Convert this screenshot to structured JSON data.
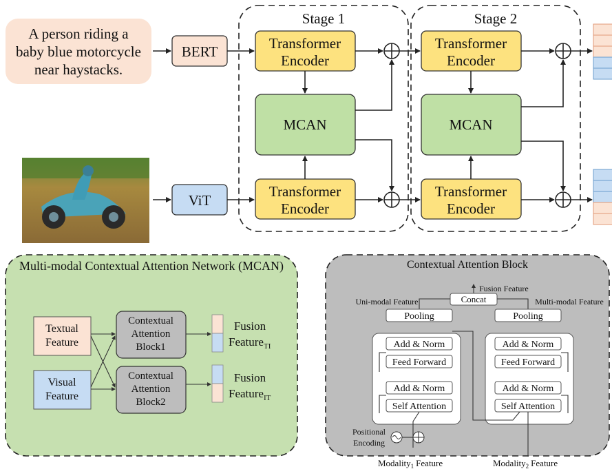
{
  "main": {
    "caption": "A person riding a baby blue motorcycle near haystacks.",
    "caption_lines": [
      "A person riding a",
      "baby blue motorcycle",
      "near haystacks."
    ],
    "bert": "BERT",
    "vit": "ViT",
    "stage1": "Stage 1",
    "stage2": "Stage 2",
    "enc_line1": "Transformer",
    "enc_line2": "Encoder",
    "mcan": "MCAN",
    "colors": {
      "encoder": "#fde27f",
      "mcan": "#bfe0a5",
      "text_feat": "#fbe3d4",
      "vis_feat": "#c6dcf3"
    },
    "image_icon": "motorcycle-photo"
  },
  "mcan_panel": {
    "title": "Multi-modal Contextual Attention Network (MCAN)",
    "textual_1": "Textual",
    "textual_2": "Feature",
    "visual_1": "Visual",
    "visual_2": "Feature",
    "cab1_1": "Contextual",
    "cab1_2": "Attention",
    "cab1_3": "Block1",
    "cab2_1": "Contextual",
    "cab2_2": "Attention",
    "cab2_3": "Block2",
    "fusion": "Fusion",
    "feature": "Feature",
    "sub_ti": "TI",
    "sub_it": "IT"
  },
  "cab_panel": {
    "title": "Contextual Attention Block",
    "fusion_feature": "Fusion Feature",
    "concat": "Concat",
    "uni_modal": "Uni-modal Feature",
    "multi_modal": "Multi-modal Feature",
    "pooling": "Pooling",
    "add_norm": "Add & Norm",
    "feed_forward": "Feed Forward",
    "self_attention": "Self Attention",
    "pos_enc_1": "Positional",
    "pos_enc_2": "Encoding",
    "modality": "Modality",
    "sub_1": "1",
    "sub_2": "2",
    "feature_word": "Feature"
  }
}
